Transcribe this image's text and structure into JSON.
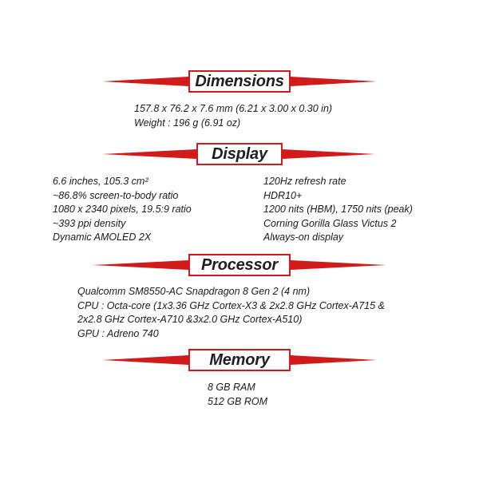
{
  "colors": {
    "accent": "#d11a1a",
    "text": "#1a1a1a",
    "background": "#ffffff"
  },
  "sections": {
    "dimensions": {
      "title": "Dimensions",
      "lines": [
        "157.8 x 76.2 x 7.6 mm (6.21 x 3.00 x 0.30 in)",
        "Weight : 196 g (6.91 oz)"
      ]
    },
    "display": {
      "title": "Display",
      "left_lines": [
        "6.6 inches, 105.3 cm²",
        "~86.8% screen-to-body ratio",
        "1080 x 2340 pixels, 19.5:9 ratio",
        "~393 ppi density",
        "Dynamic AMOLED 2X"
      ],
      "right_lines": [
        "120Hz refresh rate",
        "HDR10+",
        "1200 nits (HBM), 1750 nits (peak)",
        "Corning Gorilla Glass Victus 2",
        "Always-on display"
      ]
    },
    "processor": {
      "title": "Processor",
      "lines": [
        "Qualcomm SM8550-AC Snapdragon 8 Gen 2 (4 nm)",
        "CPU : Octa-core (1x3.36 GHz Cortex-X3 & 2x2.8 GHz Cortex-A715 &",
        "2x2.8 GHz Cortex-A710 &3x2.0 GHz Cortex-A510)",
        "GPU : Adreno 740"
      ]
    },
    "memory": {
      "title": "Memory",
      "lines": [
        "8 GB RAM",
        "512 GB ROM"
      ]
    }
  }
}
